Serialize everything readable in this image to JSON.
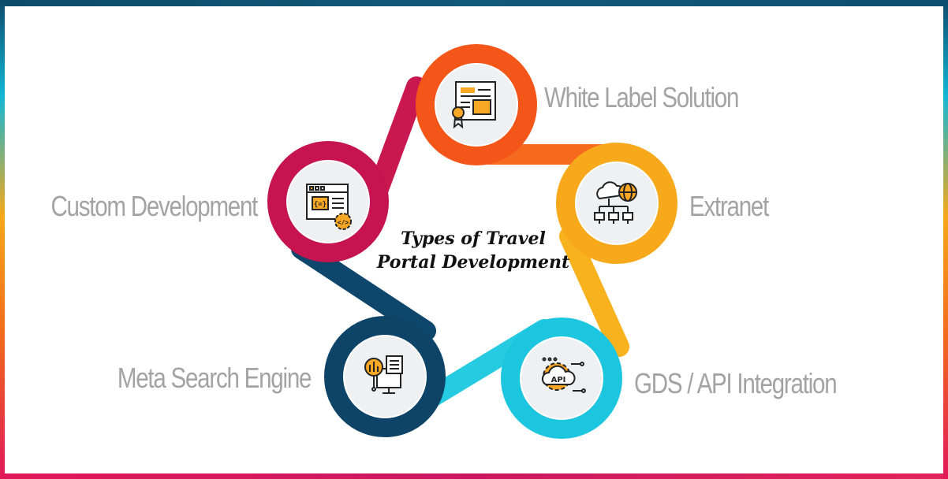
{
  "title": "Types of Travel Portal Development",
  "title_lines": [
    "Types of Travel",
    "Portal Development"
  ],
  "nodes": [
    {
      "label": "White Label Solution",
      "color": "#f45619",
      "icon": "certificate-document-icon"
    },
    {
      "label": "Extranet",
      "color": "#f8a91b",
      "icon": "cloud-network-globe-icon"
    },
    {
      "label": "GDS / API Integration",
      "color": "#1cc6df",
      "icon": "api-cloud-gear-icon"
    },
    {
      "label": "Meta Search Engine",
      "color": "#0e4468",
      "icon": "search-analytics-icon"
    },
    {
      "label": "Custom Development",
      "color": "#c5144f",
      "icon": "code-window-icon"
    }
  ]
}
